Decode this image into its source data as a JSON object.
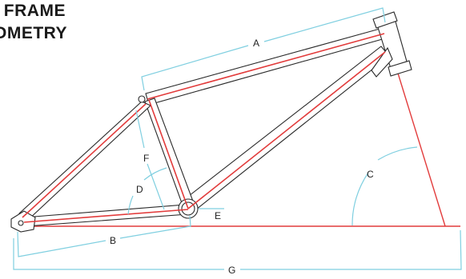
{
  "title": {
    "line1": "\" FRAME",
    "line2": "OMETRY"
  },
  "dimensions": {
    "A": "A",
    "B": "B",
    "C": "C",
    "D": "D",
    "E": "E",
    "F": "F",
    "G": "G"
  },
  "colors": {
    "frame_outline": "#2a2a2a",
    "centerline": "#e23b3b",
    "dimension_lines": "#7fcfe0"
  }
}
